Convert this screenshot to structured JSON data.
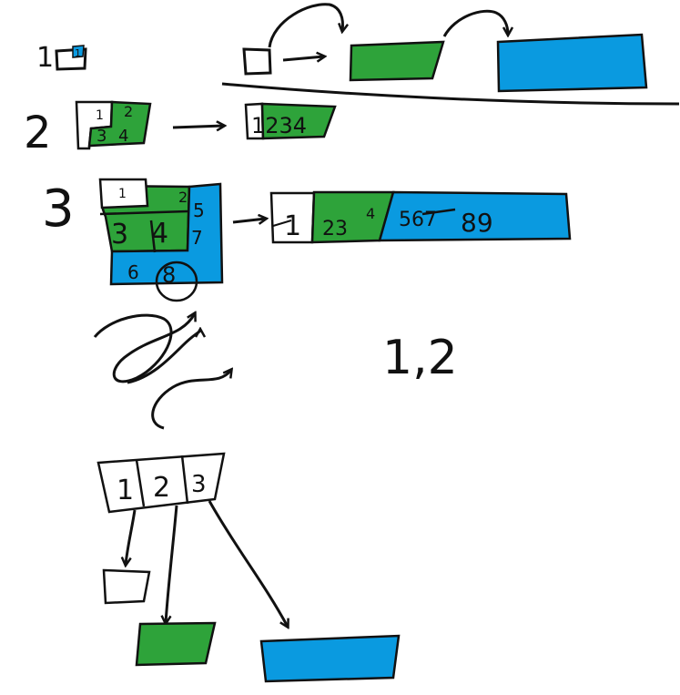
{
  "colors": {
    "ink": "#111111",
    "white_block": "#ffffff",
    "green_block": "#2ea33a",
    "blue_block": "#0a9ae0"
  },
  "row1": {
    "step": "1",
    "cell": "1"
  },
  "row2": {
    "step": "2",
    "cells": [
      "1",
      "2",
      "3",
      "4"
    ],
    "result": "1234"
  },
  "row3": {
    "step": "3",
    "cells": [
      "1",
      "2",
      "3",
      "4",
      "5",
      "7",
      "6",
      "8"
    ],
    "result_white": "1",
    "result_green": "23",
    "result_green_extra": "4",
    "result_blue": "567",
    "result_blue_extra": "89"
  },
  "note": "1,2",
  "index_table": {
    "cells": [
      "1",
      "2",
      "3"
    ]
  }
}
